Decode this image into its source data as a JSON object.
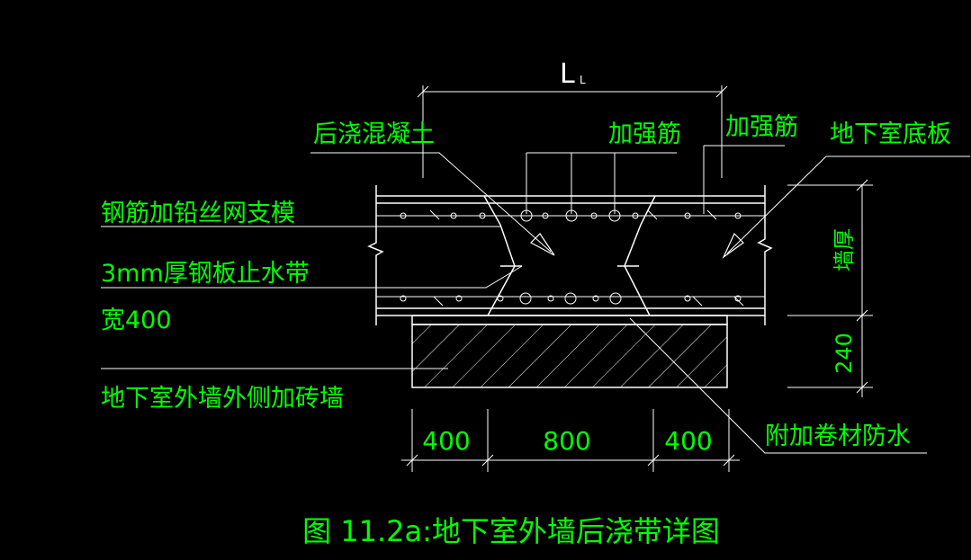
{
  "colors": {
    "background": "#000000",
    "label": "#00ff00",
    "line": "#ffffff",
    "caption": "#00ff00"
  },
  "dimension": {
    "top_symbol": "L",
    "top_subscript": "L",
    "bottom": [
      "400",
      "800",
      "400"
    ],
    "right_thickness": "墙厚",
    "right_brick": "240"
  },
  "labels": {
    "post_pour_concrete": "后浇混凝土",
    "reinforcement_bar_1": "加强筋",
    "reinforcement_bar_2": "加强筋",
    "basement_floor_slab": "地下室底板",
    "rebar_wire_mesh": "钢筋加铅丝网支模",
    "steel_waterstop": "3mm厚钢板止水带",
    "waterstop_width": "宽400",
    "outer_brick_wall": "地下室外墙外侧加砖墙",
    "extra_waterproof_membrane": "附加卷材防水"
  },
  "caption": "图 11.2a:地下室外墙后浇带详图"
}
